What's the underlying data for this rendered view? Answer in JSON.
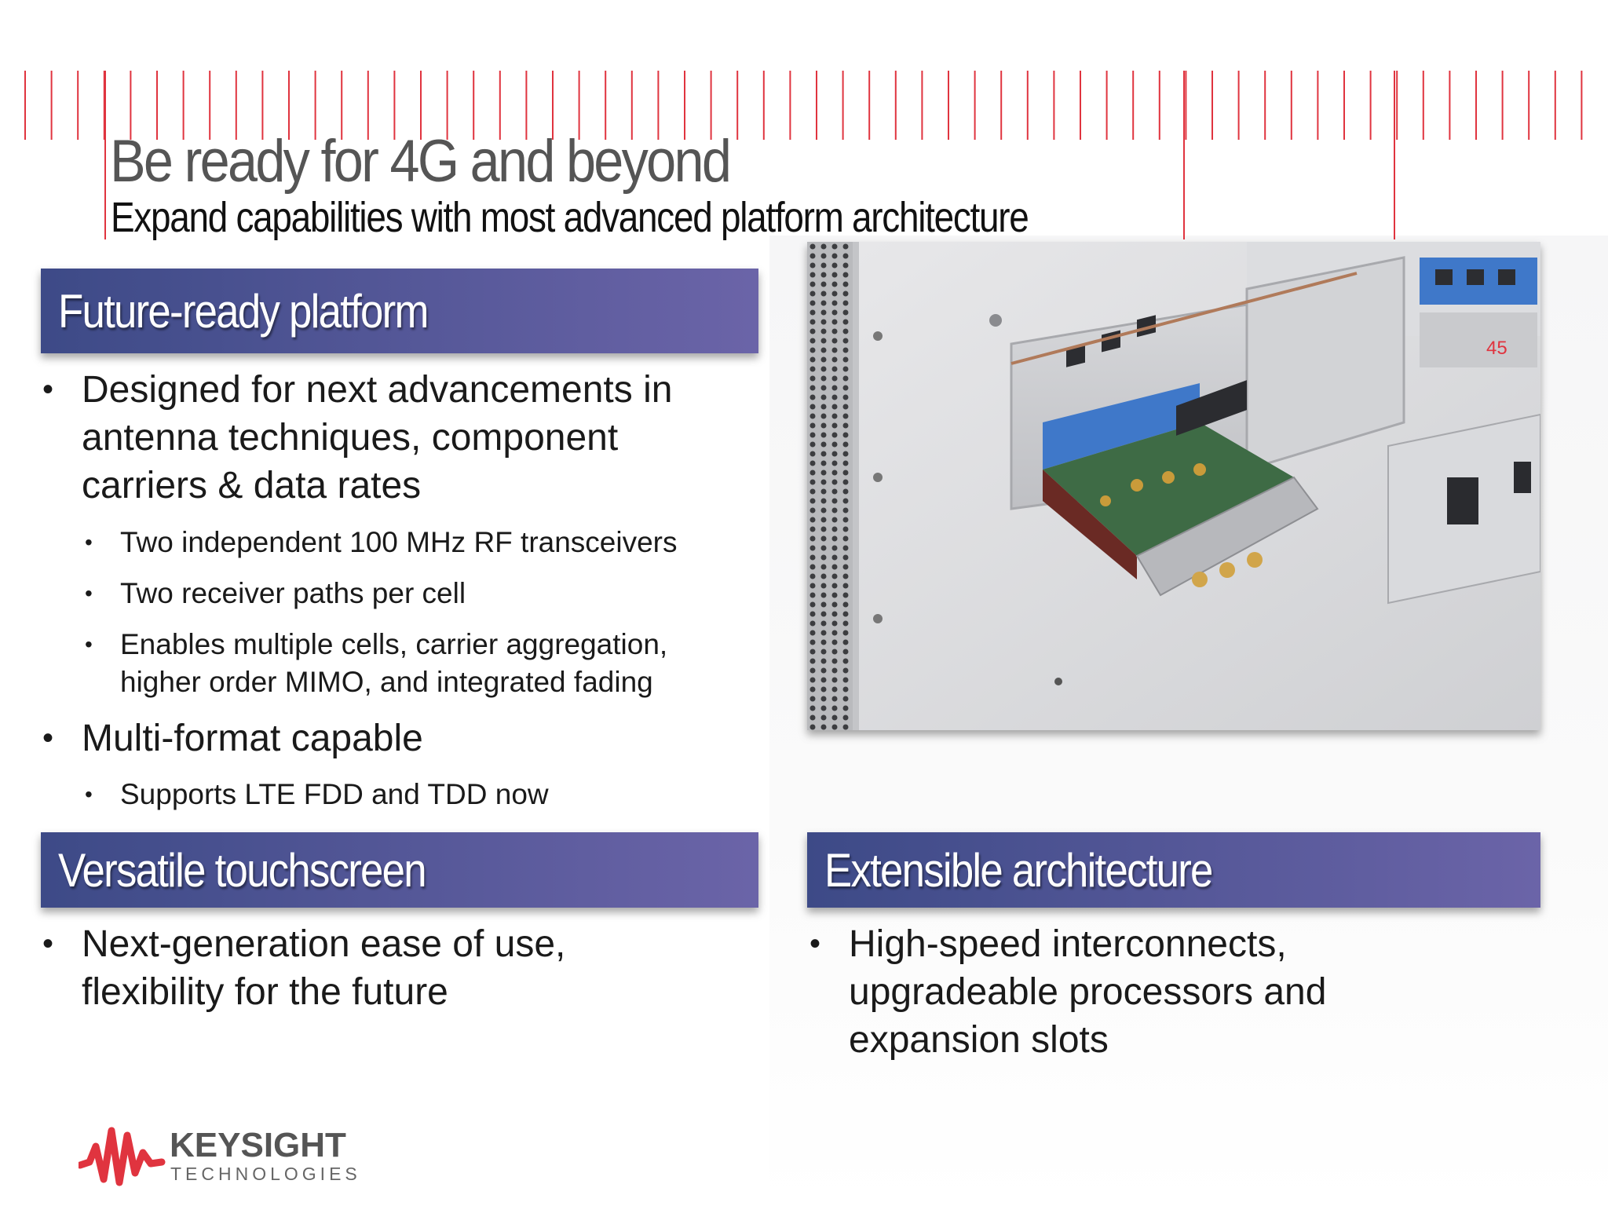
{
  "slide": {
    "title": "Be ready for 4G and beyond",
    "subtitle": "Expand capabilities with most advanced platform architecture",
    "page_number": "45"
  },
  "sections": {
    "future": {
      "heading": "Future-ready platform",
      "bullets": [
        {
          "line1": "Designed for next advancements in",
          "line2": "antenna techniques, component",
          "line3": "carriers & data rates"
        },
        {
          "line1": "Multi-format capable"
        }
      ],
      "sub_bullets_1": [
        "Two independent 100 MHz RF transceivers",
        "Two receiver paths per cell",
        {
          "line1": "Enables multiple cells, carrier aggregation,",
          "line2": "higher order MIMO, and integrated fading"
        }
      ],
      "sub_bullets_2": [
        "Supports LTE FDD and TDD now"
      ]
    },
    "touchscreen": {
      "heading": "Versatile touchscreen",
      "bullet": {
        "line1": "Next-generation ease of use,",
        "line2": "flexibility for the future"
      }
    },
    "extensible": {
      "heading": "Extensible architecture",
      "bullet": {
        "line1": "High-speed interconnects,",
        "line2": "upgradeable processors and",
        "line3": "expansion slots"
      }
    }
  },
  "brand": {
    "name": "KEYSIGHT",
    "tagline": "TECHNOLOGIES",
    "accent_color": "#e0343f",
    "banner_color_start": "#3d4a87",
    "banner_color_end": "#6b64a8"
  },
  "image": {
    "subject": "instrument rear panel with expansion card"
  }
}
